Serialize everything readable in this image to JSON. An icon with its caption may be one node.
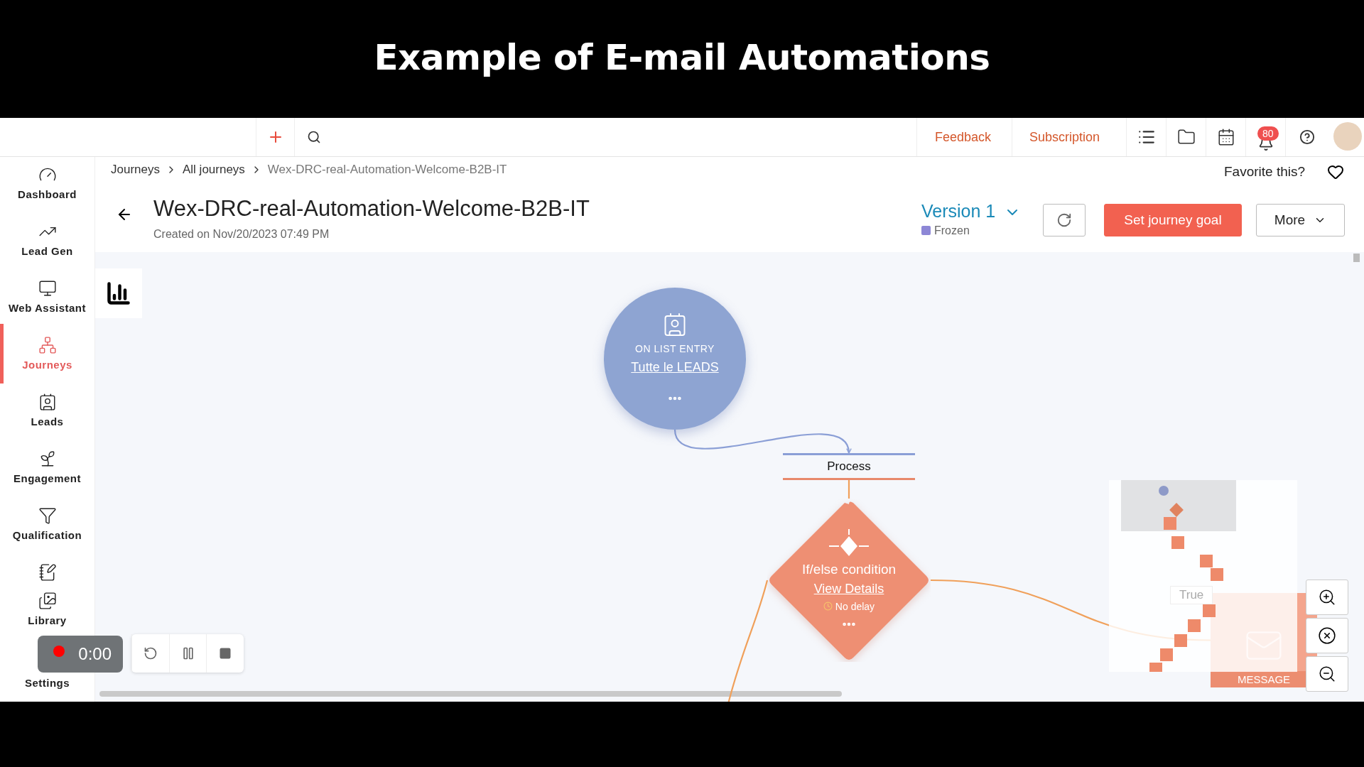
{
  "diagram": {
    "title": "Example of E-mail Automations",
    "nodes": [
      {
        "text": [
          "ON LIST ENTRY",
          "Tutte le LEADS"
        ]
      },
      {
        "text": [
          "Process"
        ]
      },
      {
        "text": [
          "If/else condition",
          "View Details",
          "No delay"
        ]
      },
      {
        "text": [
          "MESSAGE"
        ]
      }
    ],
    "edges": [
      {
        "from": 0,
        "to": 1,
        "arrow": "to",
        "color": "#8b9fd6"
      },
      {
        "from": 1,
        "to": 2,
        "arrow": "none"
      },
      {
        "from": 2,
        "to": 3,
        "arrow": "none",
        "label": "True"
      },
      {
        "from": 2,
        "to": null,
        "arrow": "none"
      }
    ],
    "labels": [
      "Feedback",
      "Subscription",
      "80",
      "Dashboard",
      "Lead Gen",
      "Web Assistant",
      "Journeys",
      "Leads",
      "Engagement",
      "Qualification",
      "Library",
      "Settings",
      "Journeys",
      "All journeys",
      "Wex-DRC-real-Automation-Welcome-B2B-IT",
      "Favorite this?",
      "Wex-DRC-real-Automation-Welcome-B2B-IT",
      "Created on Nov/20/2023 07:49 PM",
      "Version 1",
      "Frozen",
      "Set journey goal",
      "More",
      "0:00"
    ]
  }
}
